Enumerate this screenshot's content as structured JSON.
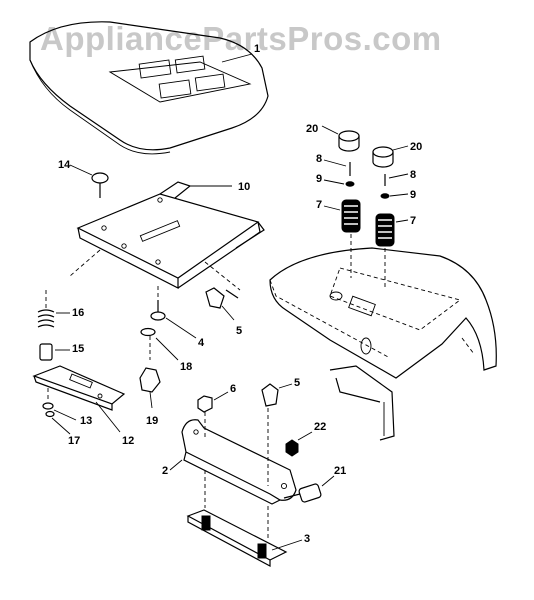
{
  "watermark": "AppliancePartsPros.com",
  "labels": {
    "seat": "1",
    "l2": "2",
    "l3": "3",
    "l4": "4",
    "l5a": "5",
    "l5b": "5",
    "l6": "6",
    "l7a": "7",
    "l7b": "7",
    "l8a": "8",
    "l8b": "8",
    "l9a": "9",
    "l9b": "9",
    "l10": "10",
    "l12": "12",
    "l13": "13",
    "l14": "14",
    "l15": "15",
    "l16": "16",
    "l17": "17",
    "l18": "18",
    "l19": "19",
    "l20a": "20",
    "l20b": "20",
    "l21": "21",
    "l22": "22"
  }
}
